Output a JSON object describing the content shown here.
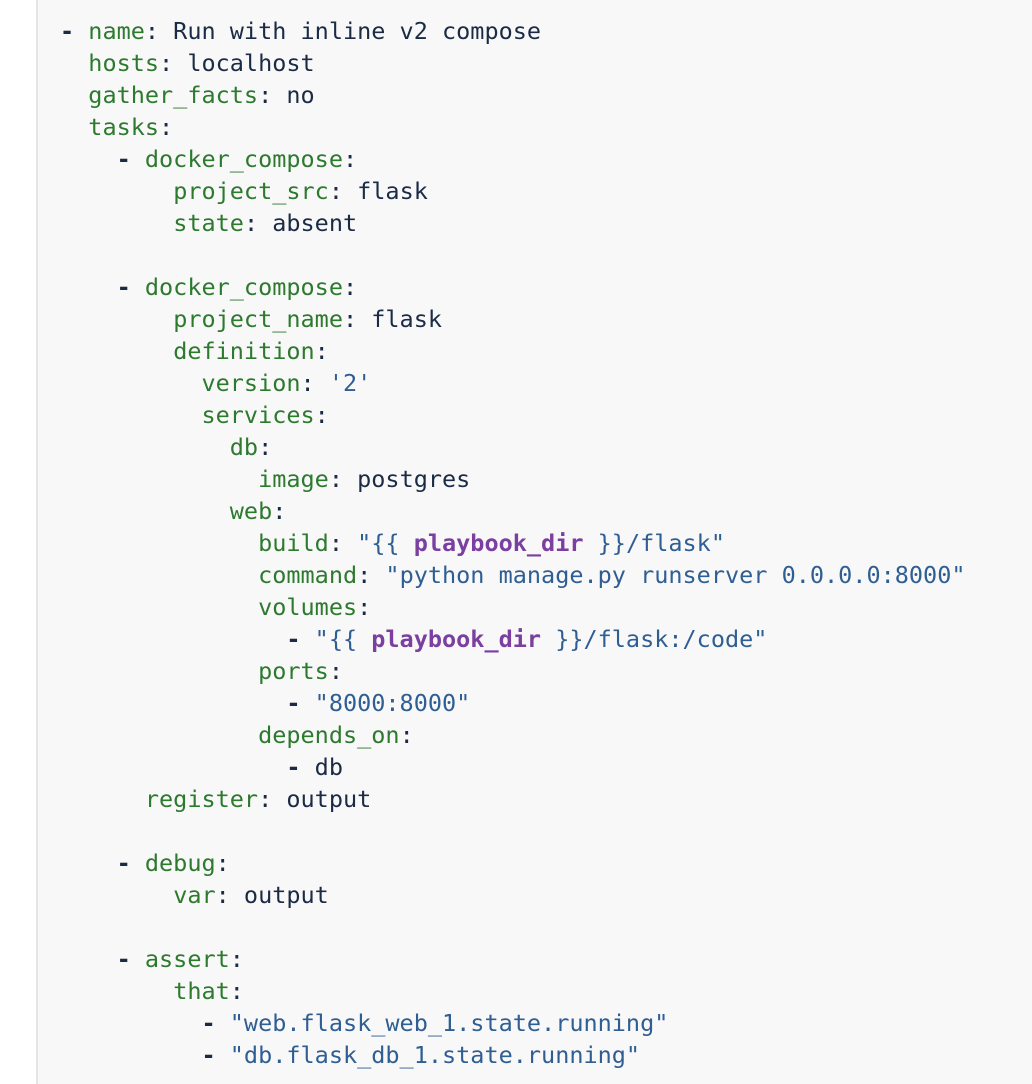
{
  "lines": [
    [
      {
        "t": "- ",
        "c": "d"
      },
      {
        "t": "name",
        "c": "k"
      },
      {
        "t": ": Run with inline v2 compose",
        "c": "p"
      }
    ],
    [
      {
        "t": "  "
      },
      {
        "t": "hosts",
        "c": "k"
      },
      {
        "t": ": localhost",
        "c": "p"
      }
    ],
    [
      {
        "t": "  "
      },
      {
        "t": "gather_facts",
        "c": "k"
      },
      {
        "t": ": no",
        "c": "p"
      }
    ],
    [
      {
        "t": "  "
      },
      {
        "t": "tasks",
        "c": "k"
      },
      {
        "t": ":",
        "c": "p"
      }
    ],
    [
      {
        "t": "    "
      },
      {
        "t": "- ",
        "c": "d"
      },
      {
        "t": "docker_compose",
        "c": "k"
      },
      {
        "t": ":",
        "c": "p"
      }
    ],
    [
      {
        "t": "        "
      },
      {
        "t": "project_src",
        "c": "k"
      },
      {
        "t": ": flask",
        "c": "p"
      }
    ],
    [
      {
        "t": "        "
      },
      {
        "t": "state",
        "c": "k"
      },
      {
        "t": ": absent",
        "c": "p"
      }
    ],
    [],
    [
      {
        "t": "    "
      },
      {
        "t": "- ",
        "c": "d"
      },
      {
        "t": "docker_compose",
        "c": "k"
      },
      {
        "t": ":",
        "c": "p"
      }
    ],
    [
      {
        "t": "        "
      },
      {
        "t": "project_name",
        "c": "k"
      },
      {
        "t": ": flask",
        "c": "p"
      }
    ],
    [
      {
        "t": "        "
      },
      {
        "t": "definition",
        "c": "k"
      },
      {
        "t": ":",
        "c": "p"
      }
    ],
    [
      {
        "t": "          "
      },
      {
        "t": "version",
        "c": "k"
      },
      {
        "t": ": ",
        "c": "p"
      },
      {
        "t": "'2'",
        "c": "s"
      }
    ],
    [
      {
        "t": "          "
      },
      {
        "t": "services",
        "c": "k"
      },
      {
        "t": ":",
        "c": "p"
      }
    ],
    [
      {
        "t": "            "
      },
      {
        "t": "db",
        "c": "k"
      },
      {
        "t": ":",
        "c": "p"
      }
    ],
    [
      {
        "t": "              "
      },
      {
        "t": "image",
        "c": "k"
      },
      {
        "t": ": postgres",
        "c": "p"
      }
    ],
    [
      {
        "t": "            "
      },
      {
        "t": "web",
        "c": "k"
      },
      {
        "t": ":",
        "c": "p"
      }
    ],
    [
      {
        "t": "              "
      },
      {
        "t": "build",
        "c": "k"
      },
      {
        "t": ": ",
        "c": "p"
      },
      {
        "t": "\"{{ ",
        "c": "s"
      },
      {
        "t": "playbook_dir",
        "c": "v"
      },
      {
        "t": " }}/flask\"",
        "c": "s"
      }
    ],
    [
      {
        "t": "              "
      },
      {
        "t": "command",
        "c": "k"
      },
      {
        "t": ": ",
        "c": "p"
      },
      {
        "t": "\"python manage.py runserver 0.0.0.0:8000\"",
        "c": "s"
      }
    ],
    [
      {
        "t": "              "
      },
      {
        "t": "volumes",
        "c": "k"
      },
      {
        "t": ":",
        "c": "p"
      }
    ],
    [
      {
        "t": "                "
      },
      {
        "t": "- ",
        "c": "d"
      },
      {
        "t": "\"{{ ",
        "c": "s"
      },
      {
        "t": "playbook_dir",
        "c": "v"
      },
      {
        "t": " }}/flask:/code\"",
        "c": "s"
      }
    ],
    [
      {
        "t": "              "
      },
      {
        "t": "ports",
        "c": "k"
      },
      {
        "t": ":",
        "c": "p"
      }
    ],
    [
      {
        "t": "                "
      },
      {
        "t": "- ",
        "c": "d"
      },
      {
        "t": "\"8000:8000\"",
        "c": "s"
      }
    ],
    [
      {
        "t": "              "
      },
      {
        "t": "depends_on",
        "c": "k"
      },
      {
        "t": ":",
        "c": "p"
      }
    ],
    [
      {
        "t": "                "
      },
      {
        "t": "- ",
        "c": "d"
      },
      {
        "t": "db",
        "c": "p"
      }
    ],
    [
      {
        "t": "      "
      },
      {
        "t": "register",
        "c": "k"
      },
      {
        "t": ": output",
        "c": "p"
      }
    ],
    [],
    [
      {
        "t": "    "
      },
      {
        "t": "- ",
        "c": "d"
      },
      {
        "t": "debug",
        "c": "k"
      },
      {
        "t": ":",
        "c": "p"
      }
    ],
    [
      {
        "t": "        "
      },
      {
        "t": "var",
        "c": "k"
      },
      {
        "t": ": output",
        "c": "p"
      }
    ],
    [],
    [
      {
        "t": "    "
      },
      {
        "t": "- ",
        "c": "d"
      },
      {
        "t": "assert",
        "c": "k"
      },
      {
        "t": ":",
        "c": "p"
      }
    ],
    [
      {
        "t": "        "
      },
      {
        "t": "that",
        "c": "k"
      },
      {
        "t": ":",
        "c": "p"
      }
    ],
    [
      {
        "t": "          "
      },
      {
        "t": "- ",
        "c": "d"
      },
      {
        "t": "\"web.flask_web_1.state.running\"",
        "c": "s"
      }
    ],
    [
      {
        "t": "          "
      },
      {
        "t": "- ",
        "c": "d"
      },
      {
        "t": "\"db.flask_db_1.state.running\"",
        "c": "s"
      }
    ]
  ]
}
